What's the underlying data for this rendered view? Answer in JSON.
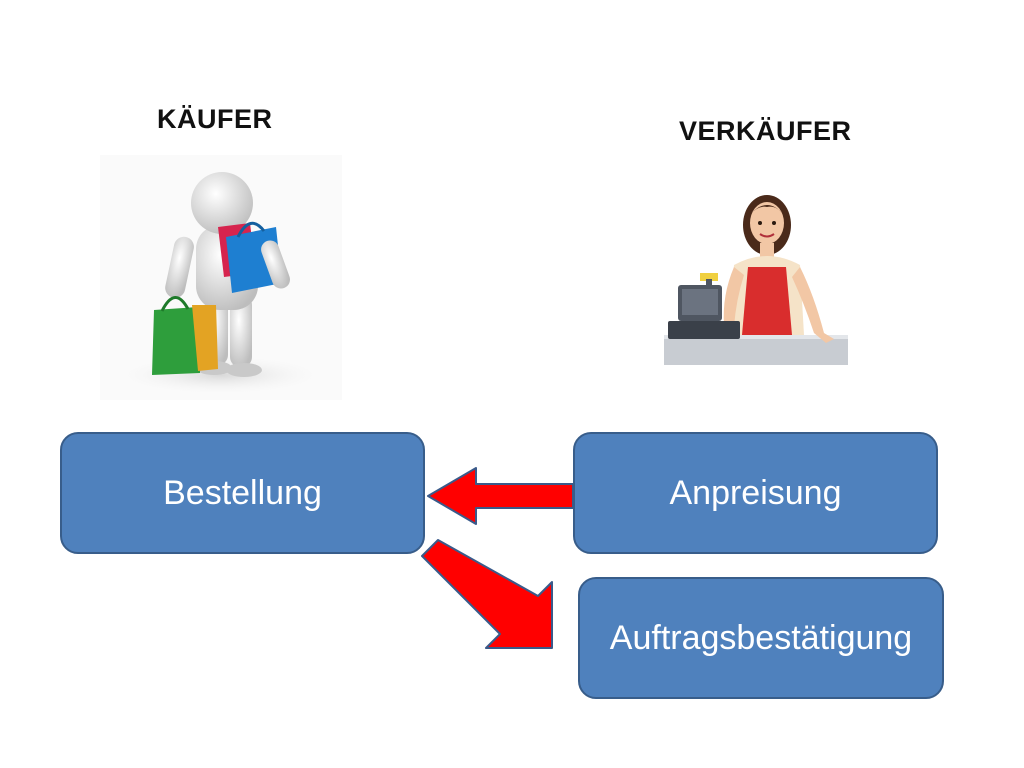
{
  "roles": {
    "buyer": "KÄUFER",
    "seller": "VERKÄUFER"
  },
  "boxes": {
    "order": "Bestellung",
    "offer": "Anpreisung",
    "confirmation": "Auftragsbestätigung"
  },
  "colors": {
    "box_fill": "#4f81bd",
    "box_border": "#385d8a",
    "arrow_fill": "#ff0000",
    "arrow_border": "#3a5a8a"
  },
  "icons": {
    "buyer": "shopper-with-bags-icon",
    "seller": "cashier-at-register-icon"
  }
}
